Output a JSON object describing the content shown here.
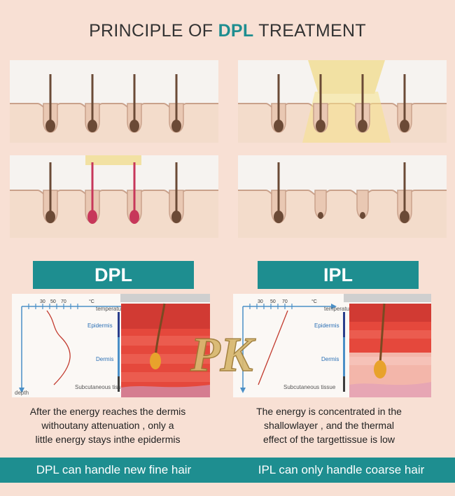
{
  "title": {
    "prefix": "PRINCIPLE OF ",
    "highlight": "DPL",
    "suffix": " TREATMENT"
  },
  "dpl": {
    "label": "DPL",
    "chart": {
      "ticks": [
        "30",
        "50",
        "70",
        "°C"
      ],
      "temperature": "temperature",
      "epidermis": "Epidermis",
      "dermis": "Dermis",
      "subcutaneous": "Subcutaneous tissue",
      "depth": "depth"
    },
    "desc": [
      "After the energy reaches the dermis",
      "withoutany attenuation , only a",
      "little energy stays inthe epidermis"
    ],
    "footer": "DPL can handle new fine hair"
  },
  "ipl": {
    "label": "IPL",
    "chart": {
      "ticks": [
        "30",
        "50",
        "70",
        "°C"
      ],
      "temperature": "temperature",
      "epidermis": "Epidermis",
      "dermis": "Dermis",
      "subcutaneous": "Subcutaneous tissue"
    },
    "desc": [
      "The energy is concentrated in the",
      "shallowlayer , and the thermal",
      "effect of the targettissue is low"
    ],
    "footer": "IPL can only handle coarse hair"
  },
  "watermark": "PK",
  "colors": {
    "teal": "#1e8e90",
    "skin": "#f3dccb",
    "follicle": "#6b4a36",
    "red": "#e03a3a"
  }
}
